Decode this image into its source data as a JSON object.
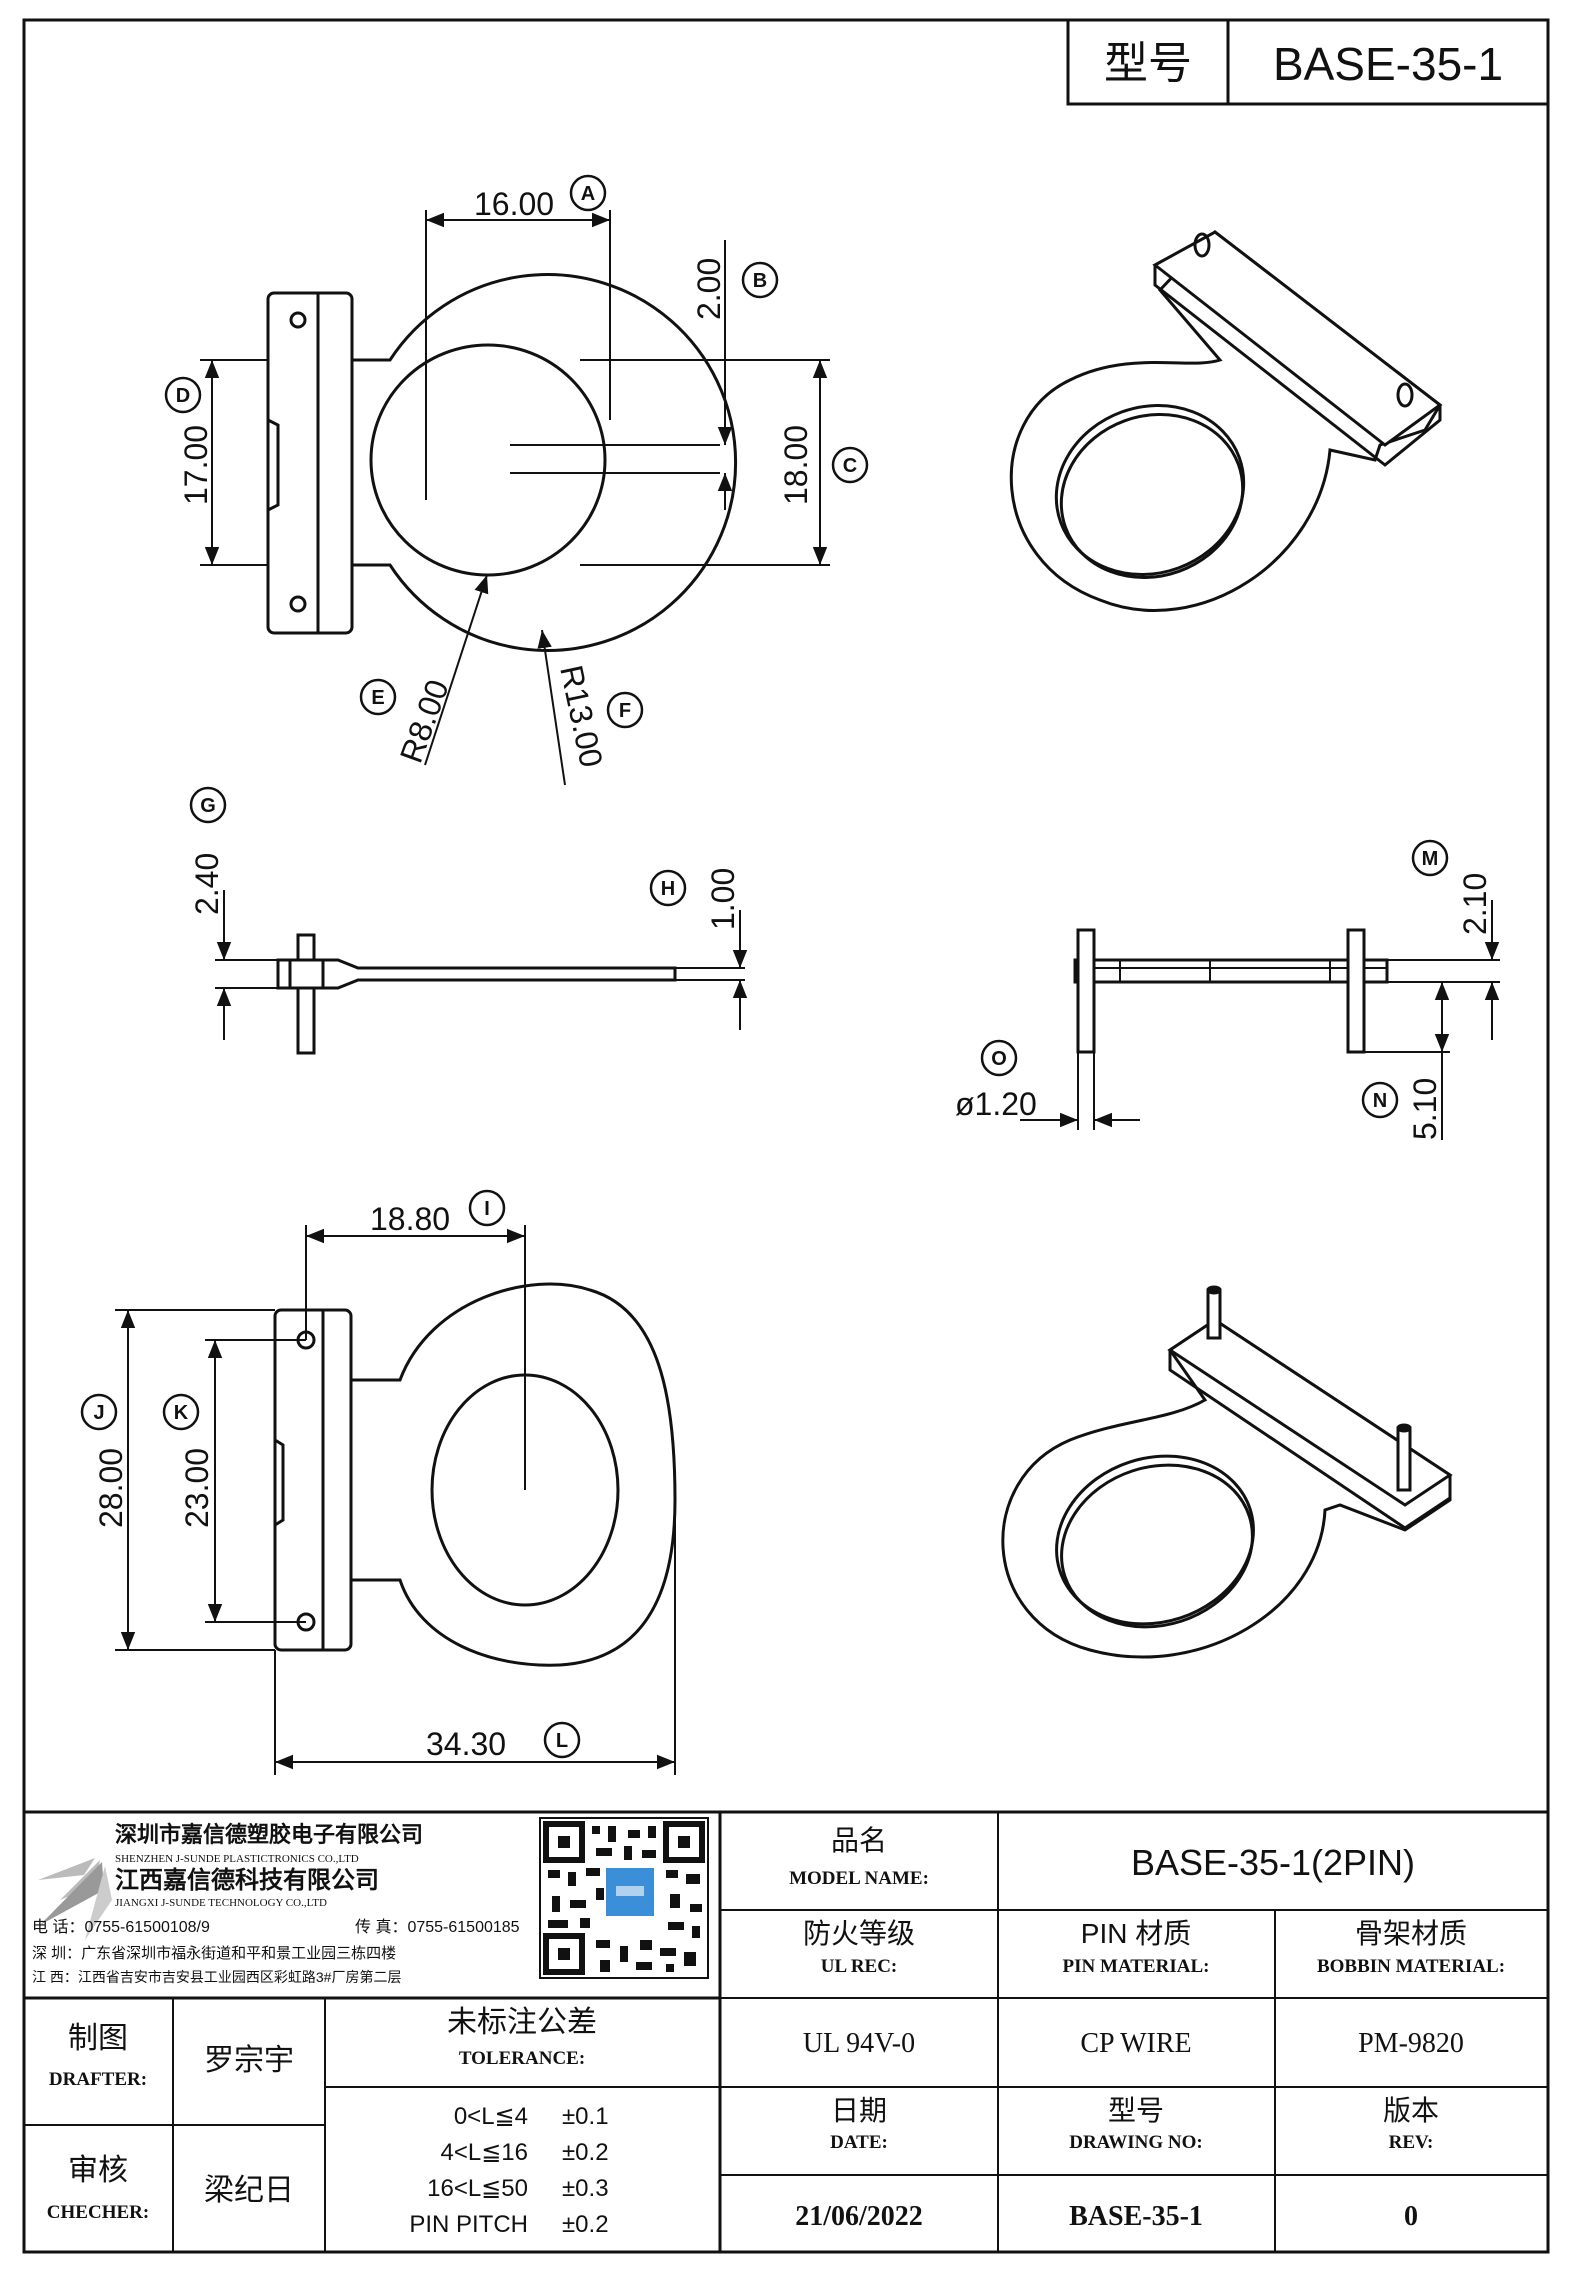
{
  "header": {
    "model_label": "型号",
    "model_value": "BASE-35-1"
  },
  "dimensions": {
    "A": {
      "letter": "A",
      "value": "16.00"
    },
    "B": {
      "letter": "B",
      "value": "2.00"
    },
    "C": {
      "letter": "C",
      "value": "18.00"
    },
    "D": {
      "letter": "D",
      "value": "17.00"
    },
    "E": {
      "letter": "E",
      "value": "R8.00"
    },
    "F": {
      "letter": "F",
      "value": "R13.00"
    },
    "G": {
      "letter": "G",
      "value": "2.40"
    },
    "H": {
      "letter": "H",
      "value": "1.00"
    },
    "I": {
      "letter": "I",
      "value": "18.80"
    },
    "J": {
      "letter": "J",
      "value": "28.00"
    },
    "K": {
      "letter": "K",
      "value": "23.00"
    },
    "L": {
      "letter": "L",
      "value": "34.30"
    },
    "M": {
      "letter": "M",
      "value": "2.10"
    },
    "N": {
      "letter": "N",
      "value": "5.10"
    },
    "O": {
      "letter": "O",
      "value": "ø1.20"
    }
  },
  "company": {
    "name_sz": "深圳市嘉信德塑胶电子有限公司",
    "name_sz_en": "SHENZHEN J-SUNDE PLASTICTRONICS CO.,LTD",
    "name_jx": "江西嘉信德科技有限公司",
    "name_jx_en": "JIANGXI J-SUNDE TECHNOLOGY CO.,LTD",
    "phone": "电 话：0755-61500108/9",
    "fax": "传 真：0755-61500185",
    "addr_sz": "深 圳：广东省深圳市福永街道和平和景工业园三栋四楼",
    "addr_jx": "江 西：江西省吉安市吉安县工业园西区彩虹路3#厂房第二层"
  },
  "table": {
    "model_name_cn": "品名",
    "model_name_en": "MODEL NAME:",
    "model_name_value": "BASE-35-1(2PIN)",
    "ul_cn": "防火等级",
    "ul_en": "UL REC:",
    "ul_value": "UL 94V-0",
    "pin_cn": "PIN 材质",
    "pin_en": "PIN MATERIAL:",
    "pin_value": "CP WIRE",
    "bobbin_cn": "骨架材质",
    "bobbin_en": "BOBBIN MATERIAL:",
    "bobbin_value": "PM-9820",
    "drafter_cn": "制图",
    "drafter_en": "DRAFTER:",
    "drafter_value": "罗宗宇",
    "checker_cn": "审核",
    "checker_en": "CHECHER:",
    "checker_value": "梁纪日",
    "tol_cn": "未标注公差",
    "tol_en": "TOLERANCE:",
    "tol_rows": [
      {
        "range": "0<L≦4",
        "value": "±0.1"
      },
      {
        "range": "4<L≦16",
        "value": "±0.2"
      },
      {
        "range": "16<L≦50",
        "value": "±0.3"
      },
      {
        "range": "PIN PITCH",
        "value": "±0.2"
      }
    ],
    "date_cn": "日期",
    "date_en": "DATE:",
    "date_value": "21/06/2022",
    "dwg_cn": "型号",
    "dwg_en": "DRAWING NO:",
    "dwg_value": "BASE-35-1",
    "rev_cn": "版本",
    "rev_en": "REV:",
    "rev_value": "0"
  }
}
